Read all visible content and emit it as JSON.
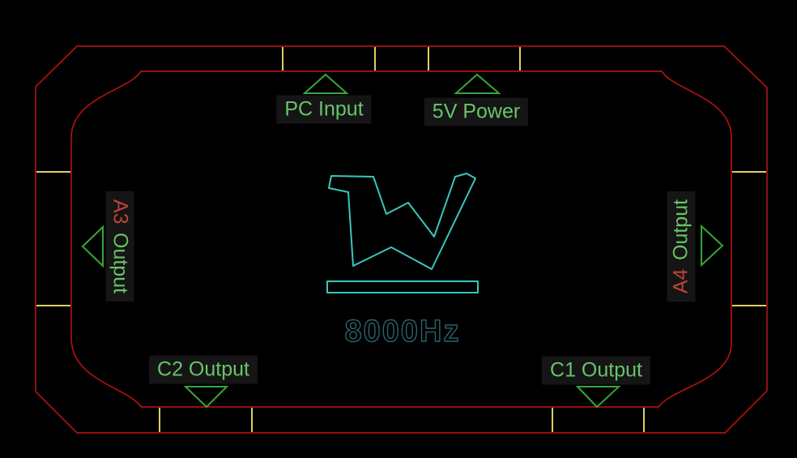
{
  "diagram": {
    "logo": "wooting-w-logo",
    "frequency_label": "8000Hz",
    "ports": {
      "pc_input": "PC Input",
      "power": "5V Power",
      "a3_channel": "A3",
      "a3_type": "Output",
      "a4_channel": "A4",
      "a4_type": "Output",
      "c2": "C2 Output",
      "c1": "C1 Output"
    }
  },
  "colors": {
    "background": "#000000",
    "outline_red": "#aa1212",
    "tick_yellow": "#ddcf63",
    "arrow_green": "#35a835",
    "label_green": "#68c468",
    "label_red": "#bf4236",
    "logo_cyan": "#3ac6bf",
    "hz_teal": "#2b636b",
    "label_bg": "#151515"
  }
}
